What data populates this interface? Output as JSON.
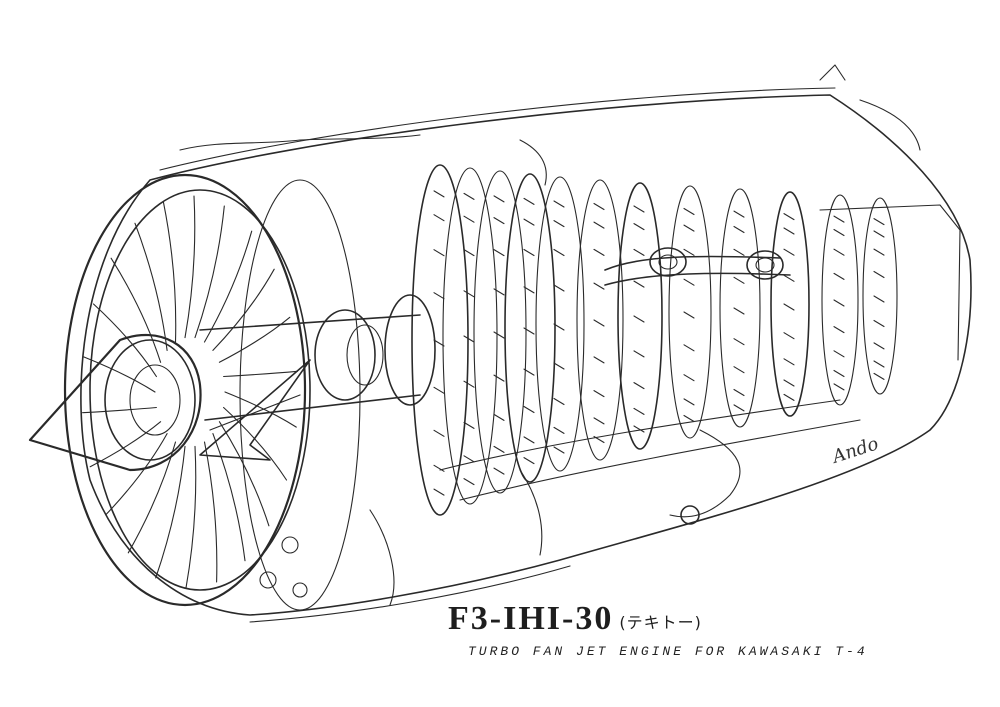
{
  "drawing": {
    "subject": "turbofan engine cutaway",
    "ink_color": "#2a2a2a",
    "paper_color": "#ffffff"
  },
  "caption": {
    "model": "F3-IHI-30",
    "kana": "(テキトー)",
    "description": "TURBO FAN JET ENGINE FOR KAWASAKI T-4"
  },
  "signature": {
    "text": "Ando"
  }
}
